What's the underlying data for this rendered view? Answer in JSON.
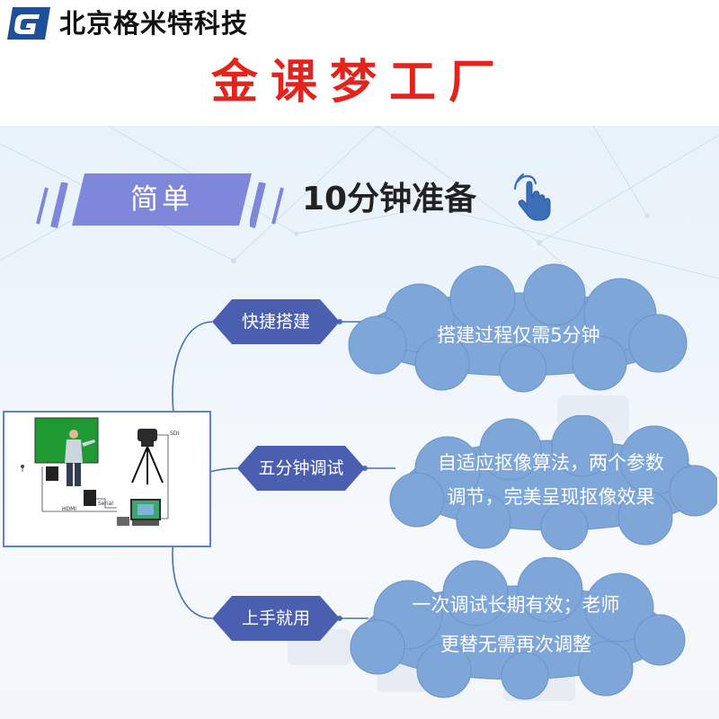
{
  "header": {
    "company": "北京格米特科技",
    "title": "金课梦工厂"
  },
  "banner": {
    "tab_label": "简单",
    "heading": "10分钟准备"
  },
  "illustration": {
    "label_hdmi": "HDMI",
    "label_sdi": "SDI",
    "label_serial": "Serial"
  },
  "branches": [
    {
      "label": "快捷搭建",
      "description": "搭建过程仅需5分钟"
    },
    {
      "label": "五分钟调试",
      "description_line1": "自适应抠像算法，两个参数",
      "description_line2": "调节，完美呈现抠像效果"
    },
    {
      "label": "上手就用",
      "description_line1": "一次调试长期有效；老师",
      "description_line2": "更替无需再次调整"
    }
  ],
  "colors": {
    "title_red": "#e4231c",
    "diamond_blue": "#4a5fb0",
    "cloud_blue": "#7ea6d8",
    "connector_blue": "#4a6fb3",
    "banner_purple": "#7f87db"
  }
}
